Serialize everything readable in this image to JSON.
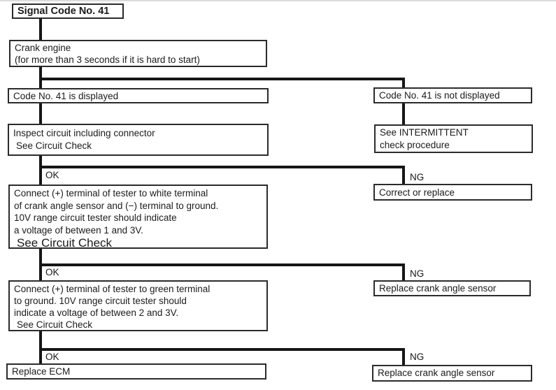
{
  "labels": {
    "ok": "OK",
    "ng": "NG"
  },
  "colors": {
    "background": "#ffffff",
    "line": "#161616",
    "border": "#2b2b2b",
    "text": "#1b1b1b"
  },
  "nodes": {
    "start": {
      "lines": [
        "Signal Code No. 41"
      ]
    },
    "crank_engine": {
      "lines": [
        "Crank engine",
        "(for more than 3 seconds if it is hard to start)"
      ]
    },
    "code_displayed": {
      "lines": [
        "Code No. 41 is displayed"
      ]
    },
    "code_not_displayed": {
      "lines": [
        "Code No. 41 is not displayed"
      ]
    },
    "inspect_circuit": {
      "lines": [
        "Inspect circuit including connector",
        "See Circuit Check"
      ]
    },
    "intermittent": {
      "lines": [
        "See INTERMITTENT",
        "check procedure"
      ]
    },
    "test_white_terminal": {
      "lines": [
        "Connect (+) terminal of tester to white terminal",
        "of crank angle sensor and (−) terminal to ground.",
        "10V range circuit tester should indicate",
        "a voltage of between 1 and 3V.",
        "See Circuit Check"
      ]
    },
    "correct_or_replace": {
      "lines": [
        "Correct or replace"
      ]
    },
    "test_green_terminal": {
      "lines": [
        "Connect (+) terminal of tester to green terminal",
        "to ground. 10V range circuit tester should",
        "indicate a voltage of between 2 and 3V.",
        "See Circuit Check"
      ]
    },
    "replace_sensor_mid": {
      "lines": [
        "Replace crank angle sensor"
      ]
    },
    "replace_ecm": {
      "lines": [
        "Replace ECM"
      ]
    },
    "replace_sensor_bottom": {
      "lines": [
        "Replace crank angle sensor"
      ]
    }
  }
}
